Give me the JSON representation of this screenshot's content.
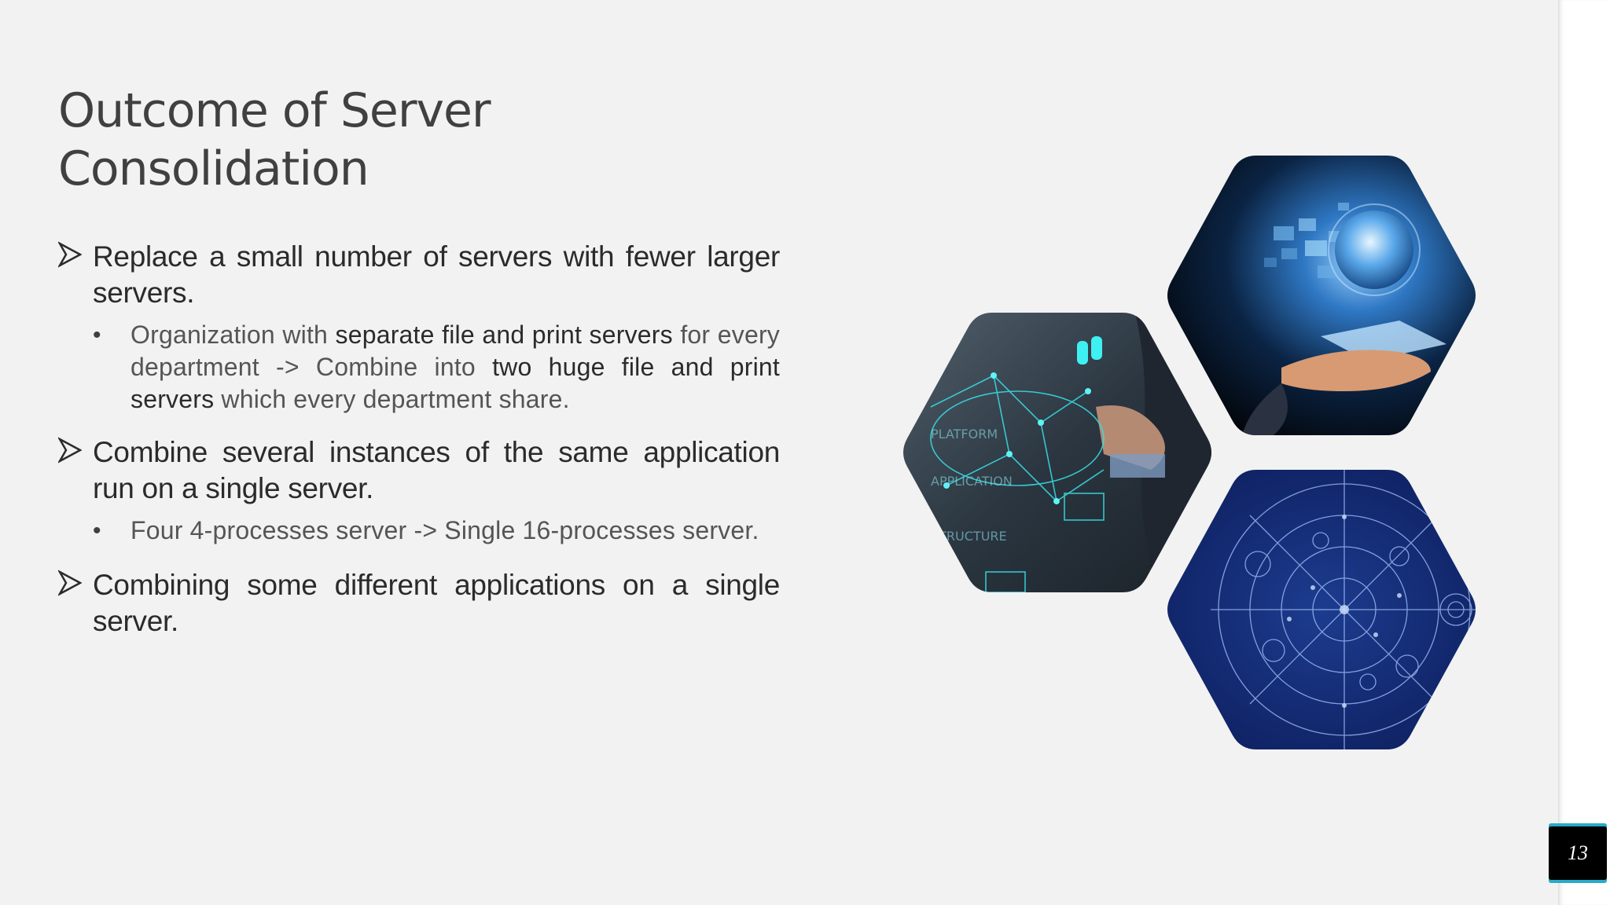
{
  "slide": {
    "title_line1": "Outcome of Server",
    "title_line2": "Consolidation",
    "page_number": "13",
    "bullets": [
      {
        "text": "Replace a small number of servers with fewer larger servers.",
        "sub": {
          "p1": "Organization with ",
          "b1": "separate file and print servers",
          "p2": " for every department -> Combine into ",
          "b2": "two huge file and print servers",
          "p3": " which every department share."
        }
      },
      {
        "text": "Combine several instances of the same application run on a single server.",
        "sub_text": "Four 4-processes server -> Single 16-processes server."
      },
      {
        "text": "Combining some different applications on a single server."
      }
    ],
    "images": [
      {
        "name": "hand-holding-globe-tablet-image"
      },
      {
        "name": "business-platform-network-image"
      },
      {
        "name": "blue-circuit-network-image"
      }
    ]
  },
  "colors": {
    "background": "#f2f2f2",
    "title": "#404040",
    "accent": "#2aa9c9"
  }
}
